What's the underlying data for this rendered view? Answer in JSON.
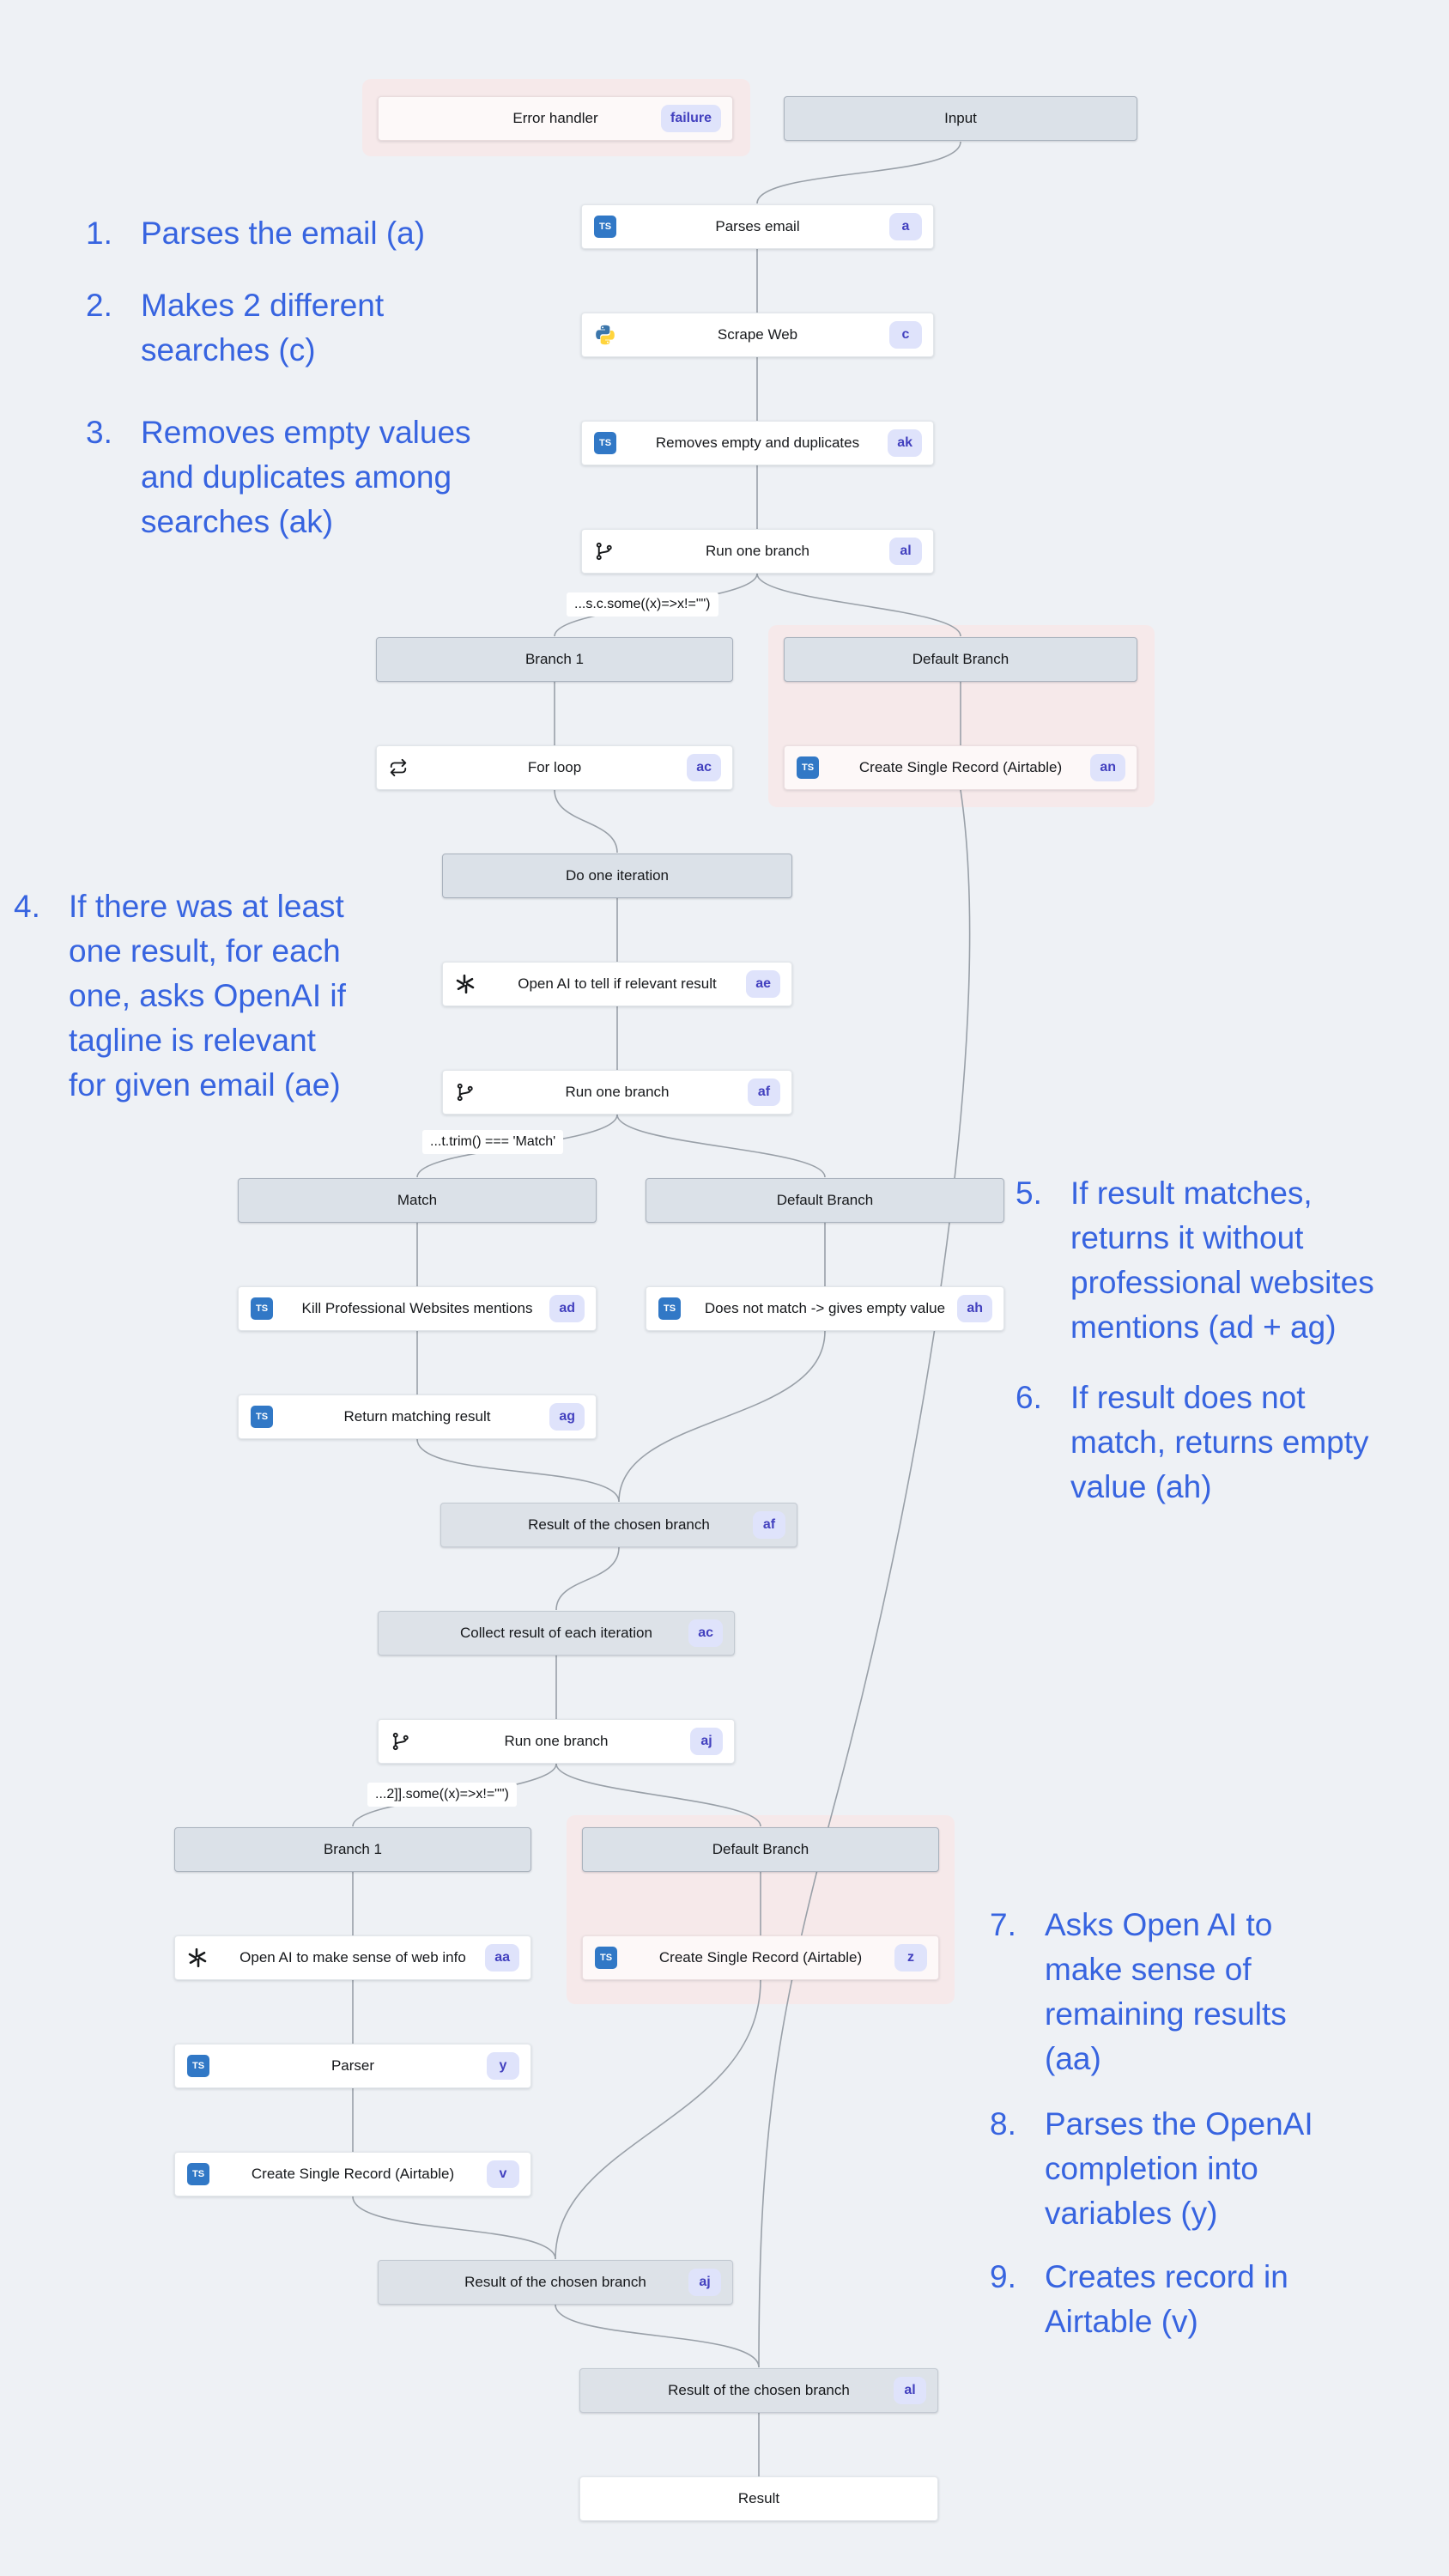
{
  "canvas": {
    "background": "#eef1f5",
    "annotation_blue": "#3764e0",
    "badge_bg": "#dfe3fb",
    "badge_text": "#4341bf",
    "pink_container": "#f6e9ea",
    "connector_gray": "#99a0a8",
    "ts_icon_blue": "#3178c6"
  },
  "icons": {
    "ts": "TS"
  },
  "nodes": [
    {
      "id": "error-handler",
      "label": "Error handler",
      "badge": "failure"
    },
    {
      "id": "input",
      "label": "Input"
    },
    {
      "id": "parses-email",
      "label": "Parses email",
      "badge": "a"
    },
    {
      "id": "scrape-web",
      "label": "Scrape Web",
      "badge": "c"
    },
    {
      "id": "removes-empty",
      "label": "Removes empty and duplicates",
      "badge": "ak"
    },
    {
      "id": "run-one-branch-al",
      "label": "Run one branch",
      "badge": "al"
    },
    {
      "id": "branch-1-top",
      "label": "Branch 1"
    },
    {
      "id": "default-branch-top",
      "label": "Default Branch"
    },
    {
      "id": "for-loop",
      "label": "For loop",
      "badge": "ac"
    },
    {
      "id": "create-single-record-an",
      "label": "Create Single Record (Airtable)",
      "badge": "an"
    },
    {
      "id": "do-one-iteration",
      "label": "Do one iteration"
    },
    {
      "id": "openai-relevant",
      "label": "Open AI to tell if relevant result",
      "badge": "ae"
    },
    {
      "id": "run-one-branch-af",
      "label": "Run one branch",
      "badge": "af"
    },
    {
      "id": "match-header",
      "label": "Match"
    },
    {
      "id": "default-branch-mid",
      "label": "Default Branch"
    },
    {
      "id": "kill-professional",
      "label": "Kill Professional Websites mentions",
      "badge": "ad"
    },
    {
      "id": "does-not-match",
      "label": "Does not match -> gives empty value",
      "badge": "ah"
    },
    {
      "id": "return-matching",
      "label": "Return matching result",
      "badge": "ag"
    },
    {
      "id": "result-chosen-af",
      "label": "Result of the chosen branch",
      "badge": "af"
    },
    {
      "id": "collect-result",
      "label": "Collect result of each iteration",
      "badge": "ac"
    },
    {
      "id": "run-one-branch-aj",
      "label": "Run one branch",
      "badge": "aj"
    },
    {
      "id": "branch-1-bottom",
      "label": "Branch 1"
    },
    {
      "id": "default-branch-bottom",
      "label": "Default Branch"
    },
    {
      "id": "openai-sense",
      "label": "Open AI to make sense of web info",
      "badge": "aa"
    },
    {
      "id": "create-single-record-z",
      "label": "Create Single Record (Airtable)",
      "badge": "z"
    },
    {
      "id": "parser",
      "label": "Parser",
      "badge": "y"
    },
    {
      "id": "create-single-record-v",
      "label": "Create Single Record (Airtable)",
      "badge": "v"
    },
    {
      "id": "result-chosen-aj",
      "label": "Result of the chosen branch",
      "badge": "aj"
    },
    {
      "id": "result-chosen-al",
      "label": "Result of the chosen branch",
      "badge": "al"
    },
    {
      "id": "result",
      "label": "Result"
    }
  ],
  "conditions": [
    {
      "text": "...s.c.some((x)=>x!=\"\")"
    },
    {
      "text": "...t.trim() === 'Match'"
    },
    {
      "text": "...2]].some((x)=>x!=\"\")"
    }
  ],
  "annotations": [
    {
      "num": "1.",
      "lines": [
        "Parses the email (a)"
      ]
    },
    {
      "num": "2.",
      "lines": [
        "Makes 2 different",
        "searches (c)"
      ]
    },
    {
      "num": "3.",
      "lines": [
        "Removes empty values",
        "and duplicates among",
        "searches (ak)"
      ]
    },
    {
      "num": "4.",
      "lines": [
        "If there was at least",
        "one result, for each",
        "one, asks OpenAI if",
        "tagline is relevant",
        "for given email (ae)"
      ]
    },
    {
      "num": "5.",
      "lines": [
        "If result matches,",
        "returns it without",
        "professional websites",
        "mentions (ad + ag)"
      ]
    },
    {
      "num": "6.",
      "lines": [
        "If result does not",
        "match, returns empty",
        "value (ah)"
      ]
    },
    {
      "num": "7.",
      "lines": [
        "Asks Open AI to",
        "make sense of",
        "remaining results",
        "(aa)"
      ]
    },
    {
      "num": "8.",
      "lines": [
        "Parses the OpenAI",
        "completion into",
        "variables (y)"
      ]
    },
    {
      "num": "9.",
      "lines": [
        "Creates record in",
        "Airtable (v)"
      ]
    }
  ]
}
